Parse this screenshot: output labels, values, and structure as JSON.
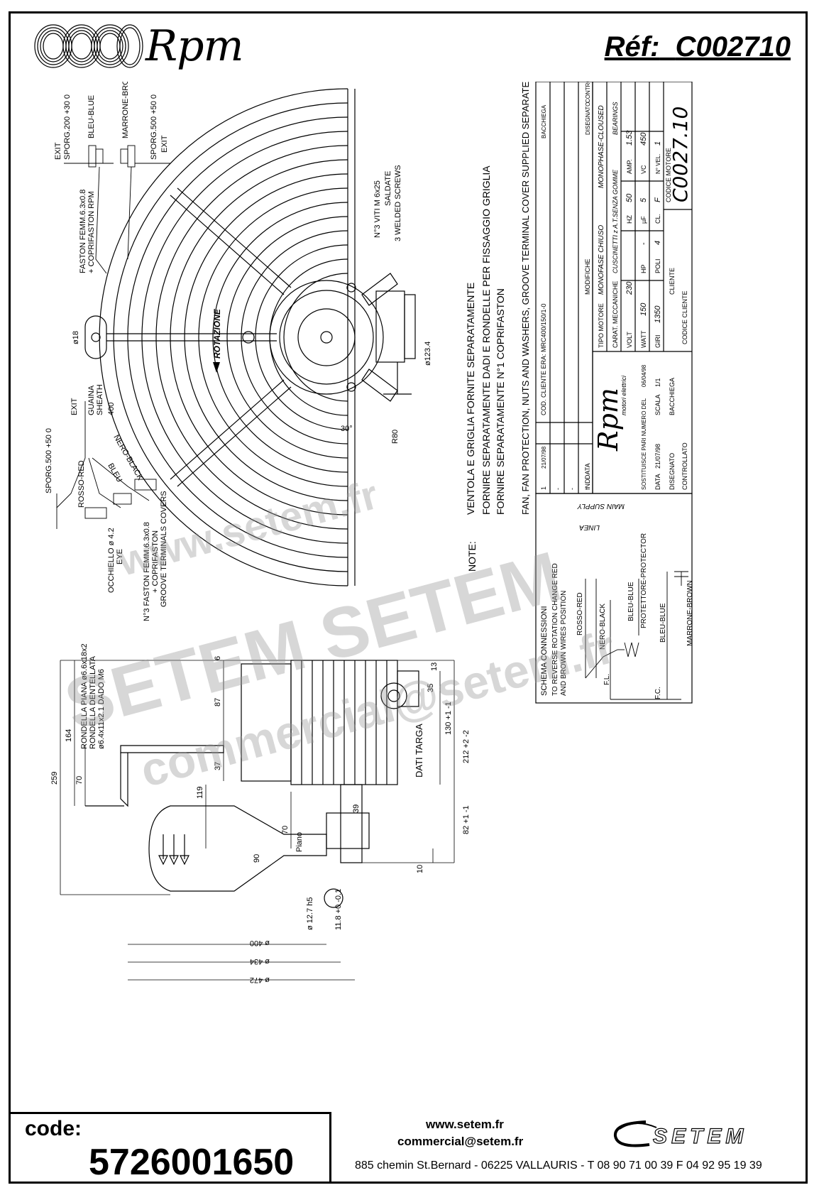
{
  "header": {
    "brand": "Rpm",
    "ref_label": "Réf:",
    "ref_value": "C002710"
  },
  "watermarks": [
    "www.setem.fr",
    "SETEM  SETEM",
    "commercial@setem.fr"
  ],
  "notes": {
    "title": "NOTE:",
    "line1": "VENTOLA E GRIGLIA FORNITE SEPARATAMENTE",
    "line2": "FORNIRE SEPARATAMENTE DADI E RONDELLE PER FISSAGGIO GRIGLIA",
    "line3": "FORNIRE SEPARATAMENTE N°1 COPRIFASTON",
    "line4": "FAN, FAN PROTECTION, NUTS AND WASHERS, GROOVE TERMINAL COVER SUPPLIED SEPARATELY"
  },
  "drawing_labels": {
    "rotation": "ROTAZIONE",
    "exit1": "EXIT",
    "sporg200": "SPORG.200 +30 0",
    "bleu_blue": "BLEU-BLUE",
    "marrone_brown": "MARRONE-BROWN",
    "sporg500a": "SPORG.500 +50 0",
    "exit2": "EXIT",
    "faston1": "FASTON FEMM.6.3x0.8",
    "faston1b": "+ COPRIFASTON RPM",
    "viti": "N°3 VITI M 6x25",
    "saldate": "SALDATE",
    "welded": "3 WELDED SCREWS",
    "d123": "ø123.4",
    "d18": "ø18",
    "r80": "R80",
    "angle": "30°",
    "guaina": "GUAINA",
    "sheath": "SHEATH",
    "d400top": "400",
    "exit3": "EXIT",
    "sporg500b": "SPORG.500 +50 0",
    "rosso": "ROSSO-RED",
    "nero": "NERO-BLACK",
    "bleu2": "BLEU",
    "occhiello": "OCCHIELLO ø 4.2",
    "eye": "EYE",
    "faston3": "N°3 FASTON FEMM.6.3x0.8",
    "coprifaston": "+ COPRIFASTON",
    "groove": "GROOVE TERMINALS COVERS",
    "rondella_piana": "RONDELLA PIANA ø6.6x18x2",
    "rondella_dent": "RONDELLA DENTELLATA",
    "rondella_dim": "ø6.4x11x2.1 DADO M6",
    "dati_targa": "DATI TARGA",
    "piano": "Piano",
    "dim_6": "6",
    "dim_13": "13",
    "dim_35": "35",
    "dim_87": "87",
    "dim_164": "164",
    "dim_259": "259",
    "dim_70a": "70",
    "dim_37": "37",
    "dim_119": "119",
    "dim_39": "39",
    "dim_130": "130 +1 -1",
    "dim_212": "212 +2 -2",
    "dim_82": "82 +1 -1",
    "dim_70b": "70",
    "dim_90": "90",
    "dim_10": "10",
    "dim_127": "ø 12.7 h5",
    "dim_118": "11.8 +0 -0.1",
    "dim_d400": "ø 400",
    "dim_d434": "ø 434",
    "dim_d472": "ø 472"
  },
  "schema": {
    "title": "SCHEMA CONNESSIONI",
    "reverse1": "TO REVERSE ROTATION CHANGE RED",
    "reverse2": "AND BROWN WIRES POSITION",
    "rosso": "ROSSO-RED",
    "nero": "NERO-BLACK",
    "bleu": "BLEU-BLUE",
    "protettore": "PROTETTORE-PROTECTOR",
    "bleu2": "BLEU-BLUE",
    "marrone": "MARRONE-BROWN",
    "fl": "F.L.",
    "fc": "F.C.",
    "linea": "LINEA",
    "main_supply": "MAIN SUPPLY"
  },
  "title_block": {
    "rev_rows": [
      {
        "ind": "1",
        "data": "21/07/98",
        "modifiche": "COD. CLIENTE ERA: MRC400/150/1-0",
        "disegnato": "BACCHIEGA",
        "controllato": ""
      },
      {
        "ind": "-",
        "data": "-",
        "modifiche": "-",
        "disegnato": "-",
        "controllato": "-"
      },
      {
        "ind": "-",
        "data": "-",
        "modifiche": "-",
        "disegnato": "-",
        "controllato": "-"
      },
      {
        "ind": "-",
        "data": "-",
        "modifiche": "-",
        "disegnato": "-",
        "controllato": "-"
      }
    ],
    "h_ind": "IND",
    "h_data": "DATA",
    "h_modifiche": "MODIFICHE",
    "h_disegnato": "DISEGNATO",
    "h_controllato": "CONTROLLATO",
    "brand": "Rpm",
    "brand_sub": "motori elettrici",
    "sostituisce": "SOSTITUISCE PARI NUMERO DEL",
    "sostituisce_date": "06/04/98",
    "data_label": "DATA",
    "data_val": "21/07/98",
    "scala_label": "SCALA",
    "scala_val": "1/1",
    "disegnato_label": "DISEGNATO",
    "disegnato_val": "BACCHIEGA",
    "controllato_label": "CONTROLLATO",
    "tipo_label": "TIPO MOTORE",
    "tipo_val": "MONOFASE CHIUSO",
    "tipo_en": "MONOPHASE-CLOUSED",
    "carat_label": "CARAT. MECCANICHE",
    "carat_val": "CUSCINETTI z A.T.SENZA GOMME",
    "bearings": "BEARINGS",
    "volt_label": "VOLT",
    "volt_val": "230",
    "hz_label": "HZ",
    "hz_val": "50",
    "amp_label": "AMP.",
    "amp_val": "1.53",
    "watt_label": "WATT",
    "watt_val": "150",
    "hp_label": "HP",
    "hp_val": "-",
    "uf_label": "µF",
    "uf_val": "5",
    "vc_label": "VC",
    "vc_val": "450",
    "giri_label": "GIRI",
    "giri_val": "1350",
    "poli_label": "POLI",
    "poli_val": "4",
    "cl_label": "CL.",
    "cl_val": "F",
    "vel_label": "N° VEL.",
    "vel_val": "1",
    "cliente_label": "CLIENTE",
    "codice_cliente_label": "CODICE CLIENTE",
    "codice_motore_label": "CODICE MOTORE",
    "codice_motore_val": "C0027.10"
  },
  "footer": {
    "code_label": "code:",
    "code_value": "5726001650",
    "web": "www.setem.fr",
    "email": "commercial@setem.fr",
    "address": "885 chemin St.Bernard  -  06225 VALLAURIS  -  T 08 90 71 00 39  F 04 92 95 19 39",
    "setem_logo": "SETEM"
  }
}
